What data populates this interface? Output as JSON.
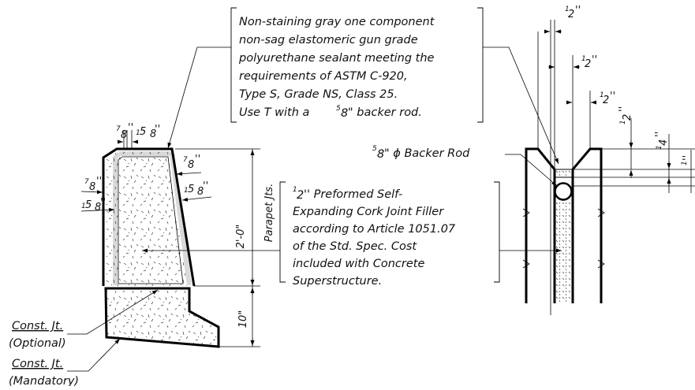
{
  "notes": {
    "sealant": [
      "Non-staining gray one component",
      "non-sag elastomeric gun grade",
      "polyurethane sealant meeting the",
      "requirements of ASTM C-920,",
      "Type S, Grade NS, Class 25."
    ],
    "sealant_last_pre": "Use T with a ",
    "sealant_last_num": "5",
    "sealant_last_den": "8",
    "sealant_last_post": "\" backer rod.",
    "cork_line1_num": "1",
    "cork_line1_den": "2",
    "cork_line1_post": "'' Preformed Self-",
    "cork": [
      "Expanding Cork Joint Filler",
      "according to Article 1051.07",
      "of the Std. Spec.  Cost",
      "included with Concrete",
      "Superstructure."
    ],
    "backer_num": "5",
    "backer_den": "8",
    "backer_post": "\" ϕ Backer Rod",
    "const_jt_optional": "Const. Jt.",
    "optional": "(Optional)",
    "const_jt_mandatory": "Const. Jt.",
    "mandatory": "(Mandatory)"
  },
  "dimensions": {
    "height_parapet": "2'-0\"",
    "parapet_jts": "Parapet Jts.",
    "base_height": "10\"",
    "seven_eighths_num": "7",
    "seven_eighths_den": "8",
    "one_five_eighths_int": "1",
    "one_five_eighths_num": "5",
    "one_five_eighths_den": "8",
    "half_num": "1",
    "half_den": "2",
    "quarter_num": "1",
    "quarter_den": "4",
    "inch_mark": "''"
  }
}
